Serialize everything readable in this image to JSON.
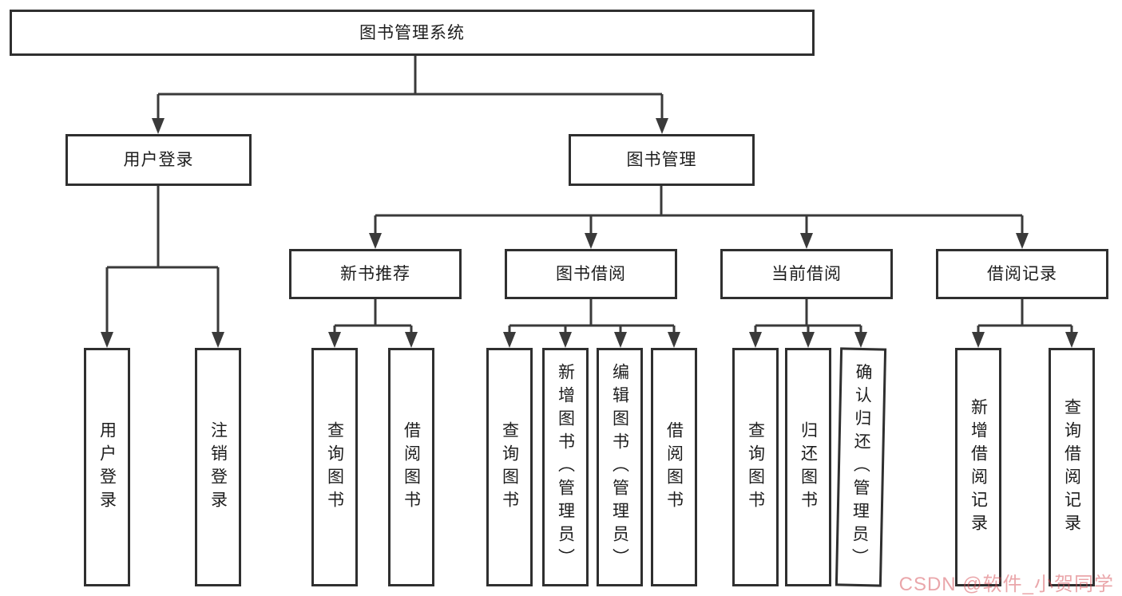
{
  "diagram": {
    "root": {
      "label": "图书管理系统"
    },
    "level2": [
      {
        "label": "用户登录"
      },
      {
        "label": "图书管理"
      }
    ],
    "level3": [
      {
        "label": "新书推荐"
      },
      {
        "label": "图书借阅"
      },
      {
        "label": "当前借阅"
      },
      {
        "label": "借阅记录"
      }
    ],
    "leaves": {
      "user_login": [
        "用户登录",
        "注销登录"
      ],
      "new_book_rec": [
        "查询图书",
        "借阅图书"
      ],
      "book_borrow": [
        "查询图书",
        "新增图书（管理员）",
        "编辑图书（管理员）",
        "借阅图书"
      ],
      "current_borrow": [
        "查询图书",
        "归还图书",
        "确认归还（管理员）"
      ],
      "borrow_records": [
        "新增借阅记录",
        "查询借阅记录"
      ]
    }
  },
  "watermark": {
    "text": "CSDN @软件_小贺同学",
    "color": "#d64d55"
  },
  "colors": {
    "line": "#3a3a3a",
    "border": "#2f2f2f",
    "text": "#1d1d1d",
    "background": "#ffffff"
  }
}
